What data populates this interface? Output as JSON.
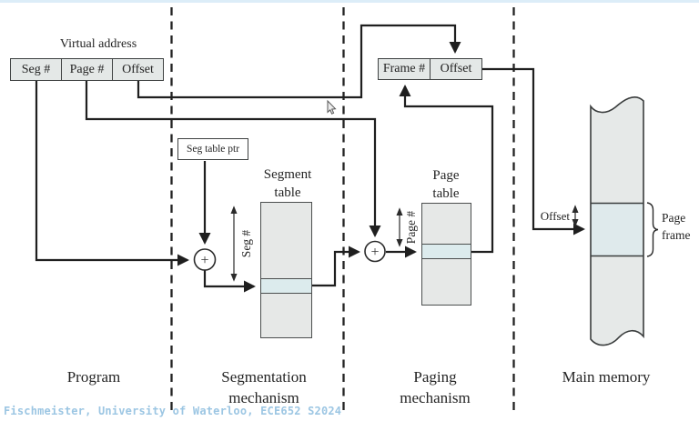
{
  "slide": {
    "virtual_address": {
      "title": "Virtual address",
      "seg": "Seg #",
      "page": "Page #",
      "offset": "Offset"
    },
    "physical_address": {
      "frame": "Frame #",
      "offset": "Offset"
    },
    "seg_table_ptr": "Seg table ptr",
    "segment_table_title": {
      "line1": "Segment",
      "line2": "table"
    },
    "page_table_title": {
      "line1": "Page",
      "line2": "table"
    },
    "seg_index_label": "Seg #",
    "page_index_label": "Page #",
    "memory_offset_label": "Offset",
    "page_frame_label": {
      "line1": "Page",
      "line2": "frame"
    },
    "adder_symbol": "+",
    "sections": {
      "program": "Program",
      "segmentation_line1": "Segmentation",
      "segmentation_line2": "mechanism",
      "paging_line1": "Paging",
      "paging_line2": "mechanism",
      "main_memory": "Main memory"
    },
    "footer": "Fischmeister, University of Waterloo, ECE652 S2024",
    "colors": {
      "box_fill": "#e4e8e7",
      "highlight_fill": "#dcebed",
      "line": "#1f1f1f",
      "border": "#3f4242",
      "footer_text": "#9cc6e3"
    }
  }
}
